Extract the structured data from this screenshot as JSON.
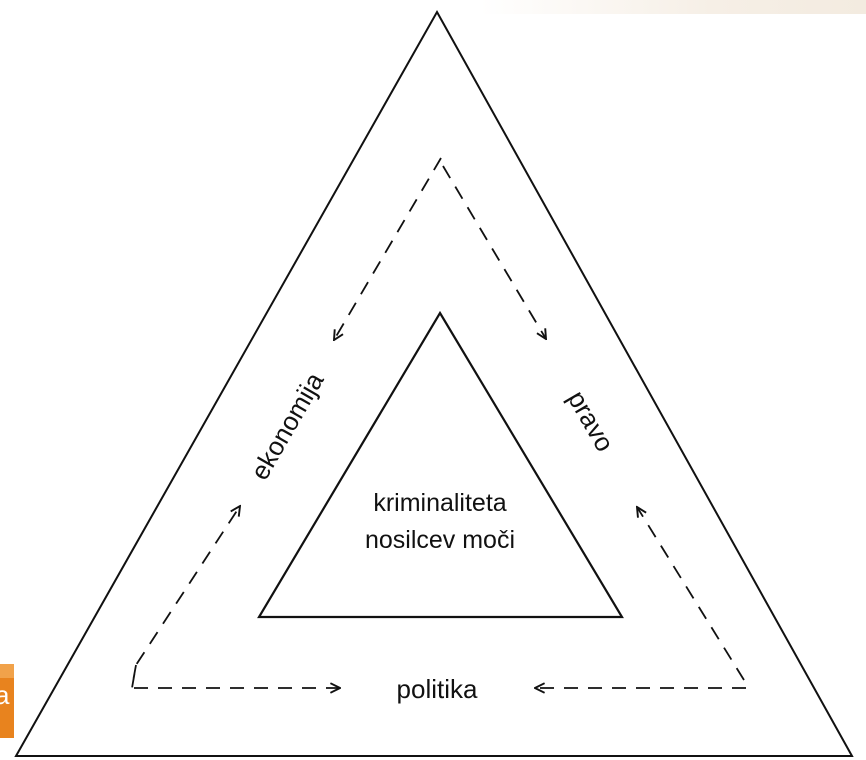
{
  "diagram": {
    "inner_label_line1": "kriminaliteta",
    "inner_label_line2": "nosilcev moči",
    "labels": {
      "left": "ekonomija",
      "right": "pravo",
      "bottom": "politika"
    }
  },
  "corner_tag": {
    "glyph": "a",
    "color": "#e8831e"
  },
  "colors": {
    "stroke": "#111111",
    "background": "#ffffff"
  }
}
